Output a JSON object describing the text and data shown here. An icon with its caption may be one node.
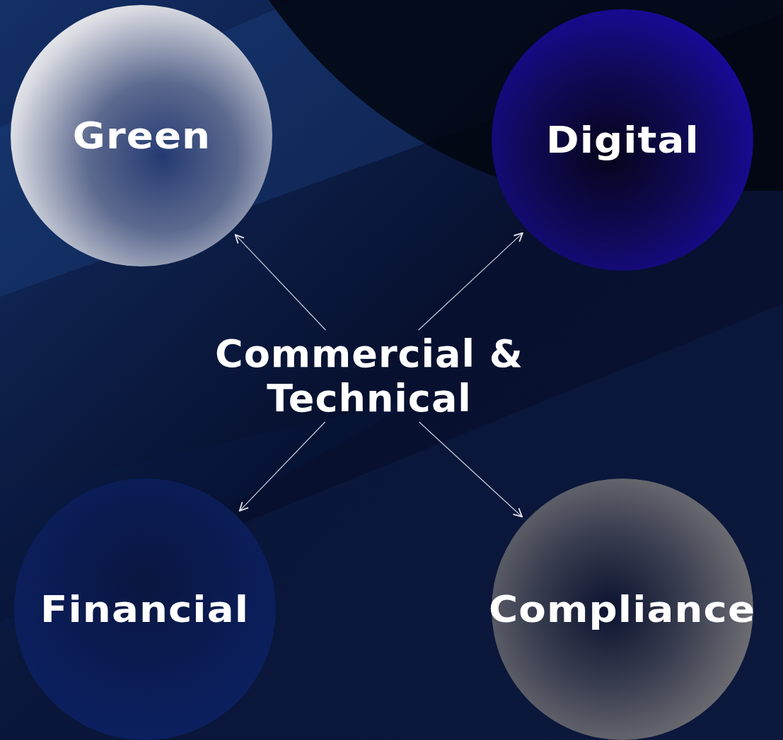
{
  "diagram": {
    "nodes": [
      {
        "text": [
          "Green"
        ]
      },
      {
        "text": [
          "Digital"
        ]
      },
      {
        "text": [
          "Commercial & Technical"
        ]
      },
      {
        "text": [
          "Financial"
        ]
      },
      {
        "text": [
          "Compliance"
        ]
      }
    ],
    "edges": [
      {
        "from": 2,
        "to": 0,
        "arrow": "to"
      },
      {
        "from": 2,
        "to": 1,
        "arrow": "to"
      },
      {
        "from": 2,
        "to": 3,
        "arrow": "to"
      },
      {
        "from": 2,
        "to": 4,
        "arrow": "to"
      }
    ]
  }
}
